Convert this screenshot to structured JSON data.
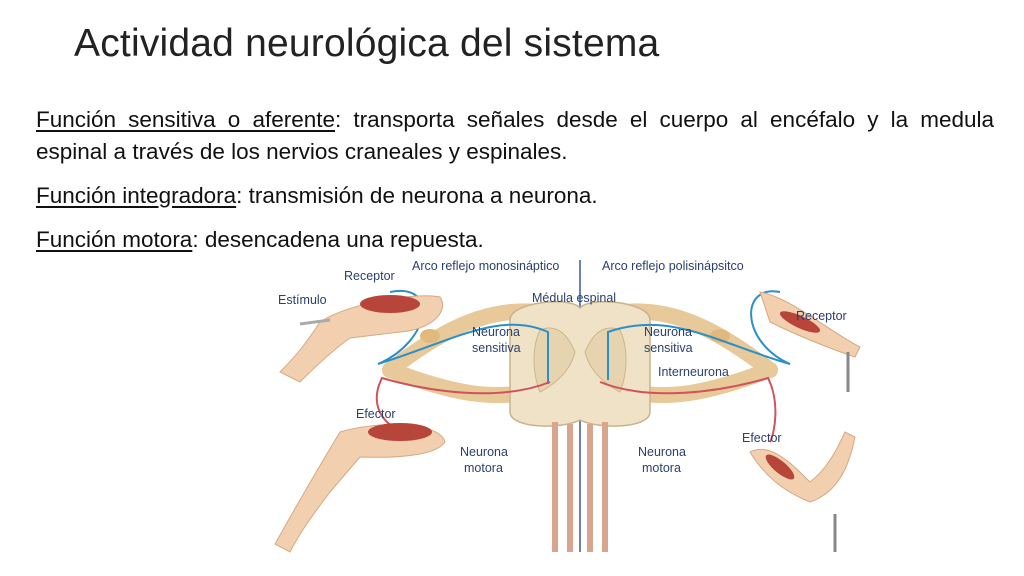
{
  "slide": {
    "title": "Actividad neurológica del sistema",
    "paragraphs": [
      {
        "term": "Función sensitiva o aferente",
        "text": ": transporta señales desde el cuerpo al encéfalo y la medula espinal a través de los nervios craneales y espinales."
      },
      {
        "term": "Función integradora",
        "text": ": transmisión de neurona a neurona."
      },
      {
        "term": "Función motora",
        "text": ": desencadena una repuesta."
      }
    ]
  },
  "figure": {
    "labels": {
      "arco_mono": "Arco reflejo monosináptico",
      "arco_poli": "Arco reflejo polisinápsitco",
      "receptor_left": "Receptor",
      "estimulo": "Estímulo",
      "medula": "Médula espinal",
      "neurona_sensitiva_left_1": "Neurona",
      "neurona_sensitiva_left_2": "sensitiva",
      "neurona_sensitiva_right_1": "Neurona",
      "neurona_sensitiva_right_2": "sensitiva",
      "interneurona": "Interneurona",
      "receptor_right": "Receptor",
      "efector_left": "Efector",
      "efector_right": "Efector",
      "neurona_motora_left_1": "Neurona",
      "neurona_motora_left_2": "motora",
      "neurona_motora_right_1": "Neurona",
      "neurona_motora_right_2": "motora"
    },
    "colors": {
      "sensory_nerve": "#2b8fc9",
      "motor_nerve": "#d0525a",
      "nerve_sheath": "#e8c99a",
      "skin": "#f2cfae",
      "muscle": "#b8453a",
      "spinal_cord": "#efe2c6",
      "divider": "#3c5a9a"
    }
  }
}
